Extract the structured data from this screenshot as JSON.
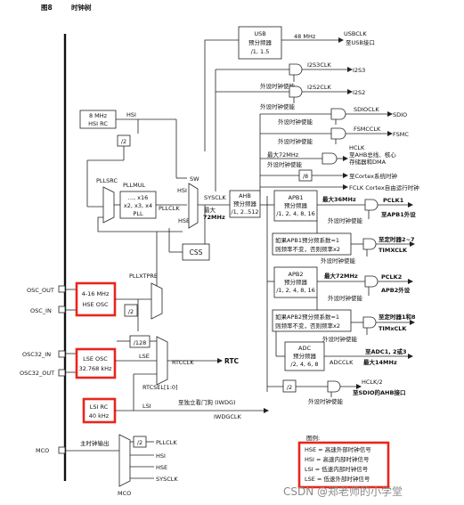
{
  "figure": {
    "number": "图8",
    "title": "时钟树"
  },
  "usb": {
    "line1": "USB",
    "line2": "预分频器",
    "line3": "/1, 1.5",
    "freq": "48 MHz",
    "out": "USBCLK",
    "dest": "至USB接口"
  },
  "i2s": {
    "i2s3clk": "I2S3CLK",
    "i2s3": "I2S3",
    "i2s2clk": "I2S2CLK",
    "i2s2": "I2S2"
  },
  "enable": {
    "peripheral": "外设时钟使能"
  },
  "hsi_rc": {
    "line1": "8 MHz",
    "line2": "HSI RC",
    "hsi": "HSI"
  },
  "sdio": {
    "clk": "SDIOCLK",
    "dest": "SDIO"
  },
  "fsmc": {
    "clk": "FSMCCLK",
    "dest": "FSMC"
  },
  "hclk": {
    "max": "最大72MHz",
    "name": "HCLK",
    "dest1": "至AHB总线、核心",
    "dest2": "存储器和DMA"
  },
  "div8": {
    "label": "/8",
    "dest": "至Cortex系统时钟"
  },
  "fclk": {
    "label": "FCLK Cortex自由运行时钟"
  },
  "pll": {
    "src": "PLLSRC",
    "mul": "PLLMUL",
    "mul_vals": "..., x16",
    "mul_vals2": "x2, x3, x4",
    "name": "PLL",
    "div2": "/2",
    "pllclk": "PLLCLK"
  },
  "sw": {
    "label": "SW",
    "sysclk": "SYSCLK",
    "max": "最大",
    "freq": "72MHz",
    "hsi": "HSI",
    "pllclk": "PLLCLK",
    "hse": "HSE"
  },
  "ahb": {
    "line1": "AHB",
    "line2": "预分频器",
    "line3": "/1, 2..512"
  },
  "apb1": {
    "line1": "APB1",
    "line2": "预分频器",
    "line3": "/1, 2, 4, 8, 16",
    "max": "最大36MHz",
    "pclk": "PCLK1",
    "dest": "至APB1外设",
    "tim_note1": "如果APB1预分频系数=1",
    "tim_note2": "则频率不变，否则频率x2",
    "tim_dest": "至定时器2~7",
    "timclk": "TIMXCLK"
  },
  "css": {
    "label": "CSS"
  },
  "apb2": {
    "line1": "APB2",
    "line2": "预分频器",
    "line3": "/1, 2, 4, 8, 16",
    "max": "最大72MHz",
    "pclk": "PCLK2",
    "dest": "APB2外设",
    "tim_note1": "如果APB2预分频系数=1",
    "tim_note2": "则频率不变，否则频率x2",
    "tim_dest": "至定时器1和8",
    "timclk": "TIMxCLK"
  },
  "adc": {
    "line1": "ADC",
    "line2": "预分频器",
    "line3": "/2, 4, 6, 8",
    "clk": "ADCCLK",
    "dest": "至ADC1, 2或3",
    "max": "最大14MHz"
  },
  "sdio_ahb": {
    "div": "/2",
    "name": "HCLK/2",
    "dest": "至SDIO的AHB接口"
  },
  "hse": {
    "osc_out": "OSC_OUT",
    "osc_in": "OSC_IN",
    "line1": "4-16 MHz",
    "line2": "HSE OSC",
    "div2": "/2",
    "pllxtpre": "PLLXTPRE"
  },
  "lse": {
    "osc32_in": "OSC32_IN",
    "osc32_out": "OSC32_OUT",
    "line1": "LSE OSC",
    "line2": "32.768 kHz",
    "lse": "LSE",
    "div128": "/128",
    "rtcclk": "RTCCLK",
    "rtc": "RTC",
    "rtcsel": "RTCSEL[1:0]"
  },
  "lsi": {
    "line1": "LSI RC",
    "line2": "40 kHz",
    "lsi": "LSI",
    "iwdg_dest": "至独立看门狗 (IWDG)",
    "iwdgclk": "IWDGCLK"
  },
  "mco": {
    "label": "MCO",
    "output": "主时钟输出",
    "div2": "/2",
    "pllclk": "PLLCLK",
    "hsi": "HSI",
    "hse": "HSE",
    "sysclk": "SYSCLK",
    "mux": "MCO"
  },
  "legend": {
    "title": "图例:",
    "hse": "HSE = 高速外部时钟信号",
    "hsi": "HSI = 高速内部时钟信号",
    "lsi": "LSI = 低速内部时钟信号",
    "lse": "LSE = 低速外部时钟信号"
  },
  "watermark": "CSDN @郑老师的小学堂",
  "colors": {
    "highlight": "#e8261d",
    "line": "#222222"
  }
}
